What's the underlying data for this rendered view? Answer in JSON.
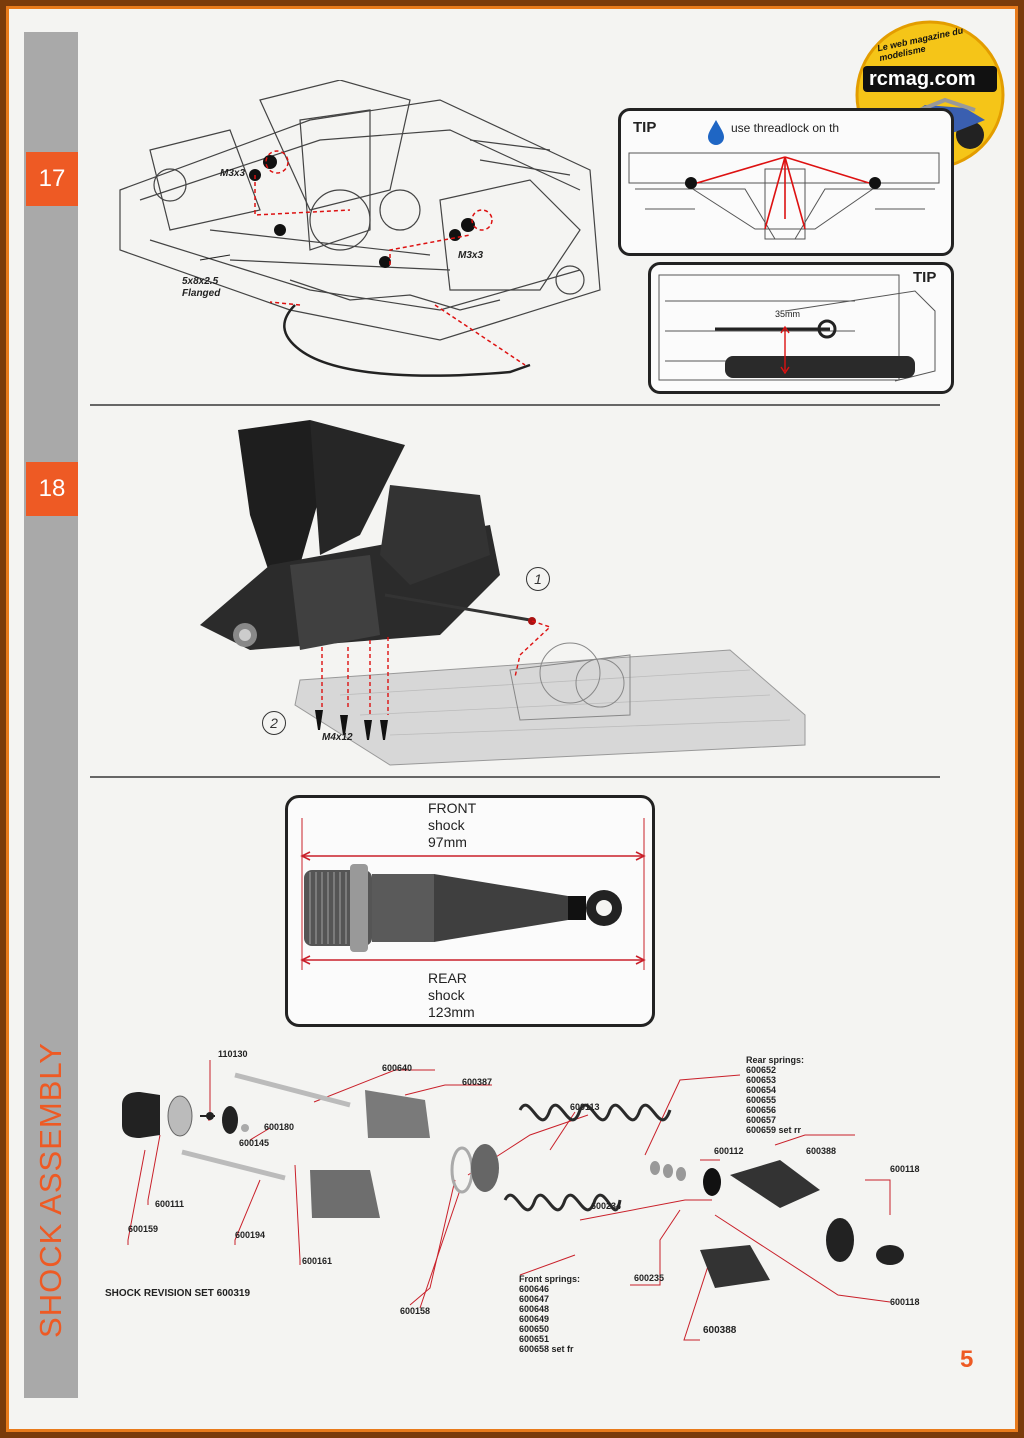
{
  "steps": {
    "step17": "17",
    "step18": "18"
  },
  "section_title": "SHOCK ASSEMBLY",
  "page_number": "5",
  "logo": {
    "top_text": "Le web magazine du modelisme",
    "brand": "rcmag.com"
  },
  "step17": {
    "hardware_m3x3_a": "M3x3",
    "hardware_m3x3_b": "M3x3",
    "hardware_spacer": "5x8x2.5",
    "hardware_spacer_note": "Flanged",
    "tip1_title": "TIP",
    "tip1_text": "use threadlock on th",
    "tip2_title": "TIP",
    "tip2_measure": "35mm"
  },
  "step18": {
    "sub1": "1",
    "sub2": "2",
    "screw": "M4x12"
  },
  "shock_lengths": {
    "front_label": "FRONT",
    "front_word": "shock",
    "front_length": "97mm",
    "rear_label": "REAR",
    "rear_word": "shock",
    "rear_length": "123mm"
  },
  "parts": {
    "p110130": "110130",
    "p600640": "600640",
    "p600387": "600387",
    "p600113": "600113",
    "p600180": "600180",
    "p600145": "600145",
    "p600111": "600111",
    "p600159": "600159",
    "p600194": "600194",
    "p600161": "600161",
    "p600234": "600234",
    "p600112": "600112",
    "p600388a": "600388",
    "p600388b": "600388",
    "p600118a": "600118",
    "p600118b": "600118",
    "p600235": "600235",
    "p600158": "600158",
    "rear_springs_title": "Rear springs:",
    "rear_springs": [
      "600652",
      "600653",
      "600654",
      "600655",
      "600656",
      "600657",
      "600659 set rr"
    ],
    "front_springs_title": "Front springs:",
    "front_springs": [
      "600646",
      "600647",
      "600648",
      "600649",
      "600650",
      "600651",
      "600658 set fr"
    ],
    "revision_set": "SHOCK REVISION SET 600319"
  }
}
